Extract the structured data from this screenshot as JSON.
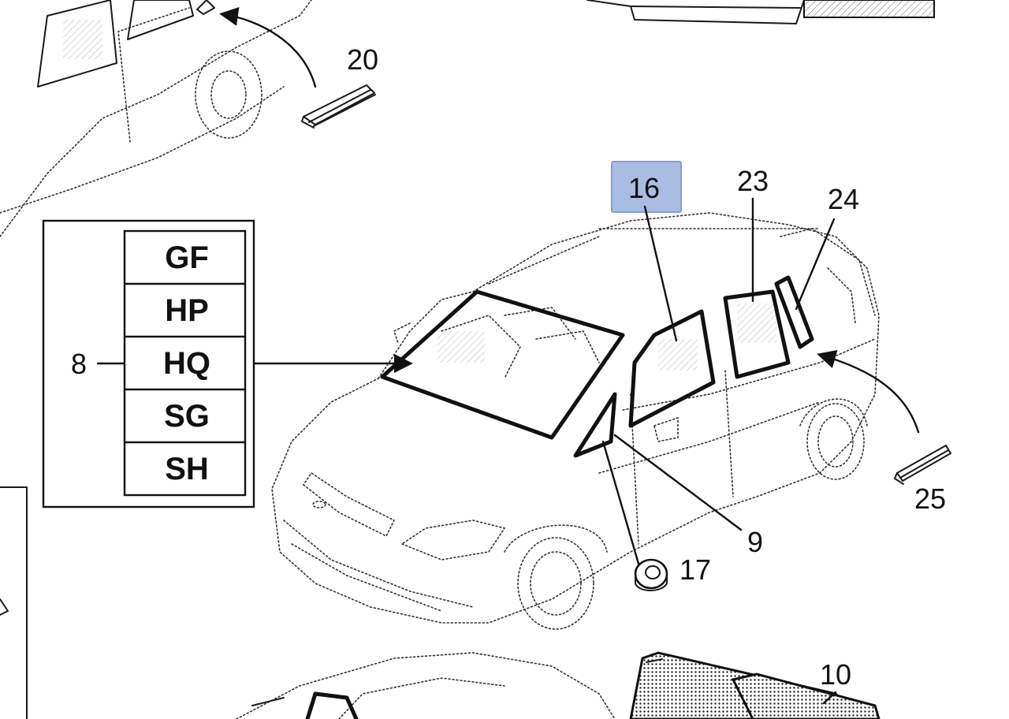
{
  "diagram": {
    "callouts": {
      "c20": "20",
      "c16": "16",
      "c23": "23",
      "c24": "24",
      "c8": "8",
      "c25": "25",
      "c9": "9",
      "c17": "17",
      "c10": "10"
    },
    "variant_table": {
      "codes": [
        "GF",
        "HP",
        "HQ",
        "SG",
        "SH"
      ]
    },
    "highlight_color": "#a9bde3",
    "highlight_border": "#7f9ee0"
  }
}
